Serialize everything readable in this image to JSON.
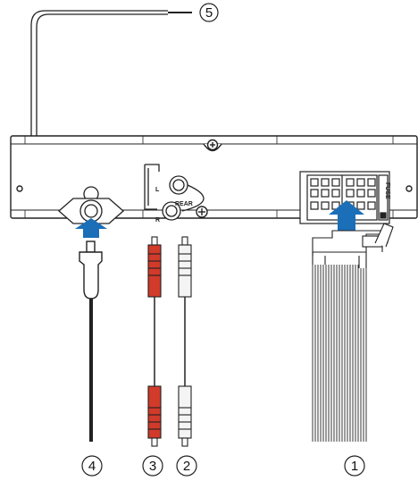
{
  "diagram": {
    "labels": {
      "l": "L",
      "r": "R",
      "rear": "REAR",
      "fuse": "FUSE"
    },
    "callouts": {
      "c1": "1",
      "c2": "2",
      "c3": "3",
      "c4": "4",
      "c5": "5"
    },
    "colors": {
      "arrow": "#1a6fb8",
      "line": "#222222",
      "red_plug": "#d23a2a",
      "white_plug": "#f4f4f4"
    }
  }
}
